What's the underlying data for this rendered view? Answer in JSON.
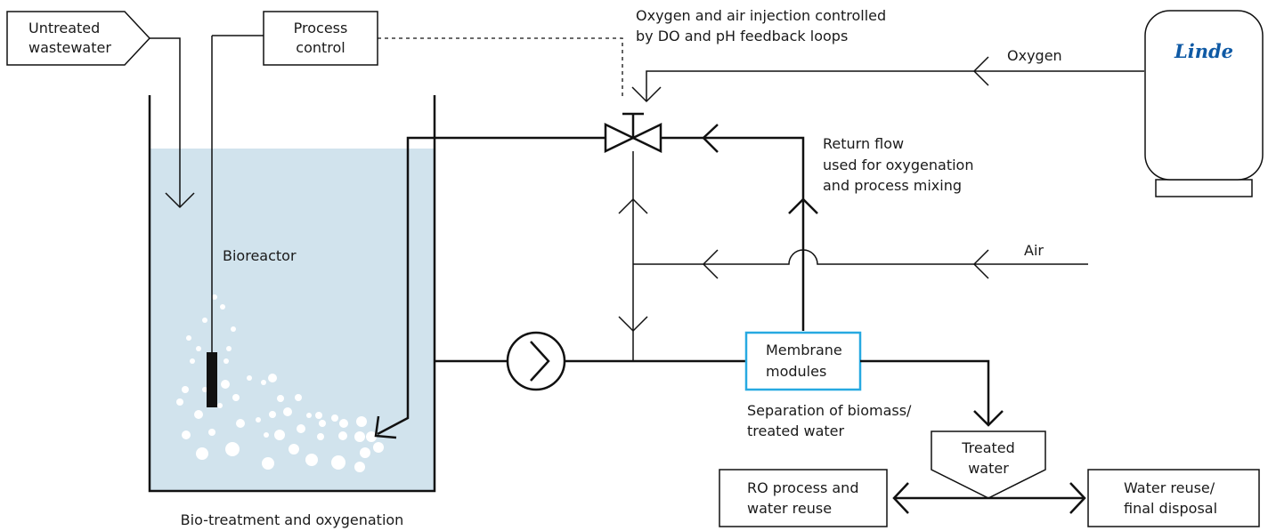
{
  "labels": {
    "untreated_line1": "Untreated",
    "untreated_line2": "wastewater",
    "process_control_line1": "Process",
    "process_control_line2": "control",
    "injection_line1": "Oxygen and air injection controlled",
    "injection_line2": "by DO and pH feedback loops",
    "oxygen": "Oxygen",
    "return_line1": "Return flow",
    "return_line2": "used for oxygenation",
    "return_line3": "and process mixing",
    "air": "Air",
    "bioreactor": "Bioreactor",
    "membrane_line1": "Membrane",
    "membrane_line2": "modules",
    "separation_line1": "Separation of biomass/",
    "separation_line2": "treated water",
    "treated_line1": "Treated",
    "treated_line2": "water",
    "ro_line1": "RO process and",
    "ro_line2": "water reuse",
    "reuse_line1": "Water reuse/",
    "reuse_line2": "final disposal",
    "bio_treatment": "Bio-treatment and oxygenation"
  },
  "logo": {
    "text": "Linde",
    "color": "#0f5aa5"
  },
  "colors": {
    "water": "#d1e3ed",
    "line": "#111111",
    "membrane_border": "#27a9e1",
    "bubble": "#ffffff"
  },
  "icons": {
    "valve": "three-way-valve-icon",
    "pump": "pump-icon",
    "probe": "sensor-probe-icon",
    "tank": "oxygen-tank-icon"
  }
}
